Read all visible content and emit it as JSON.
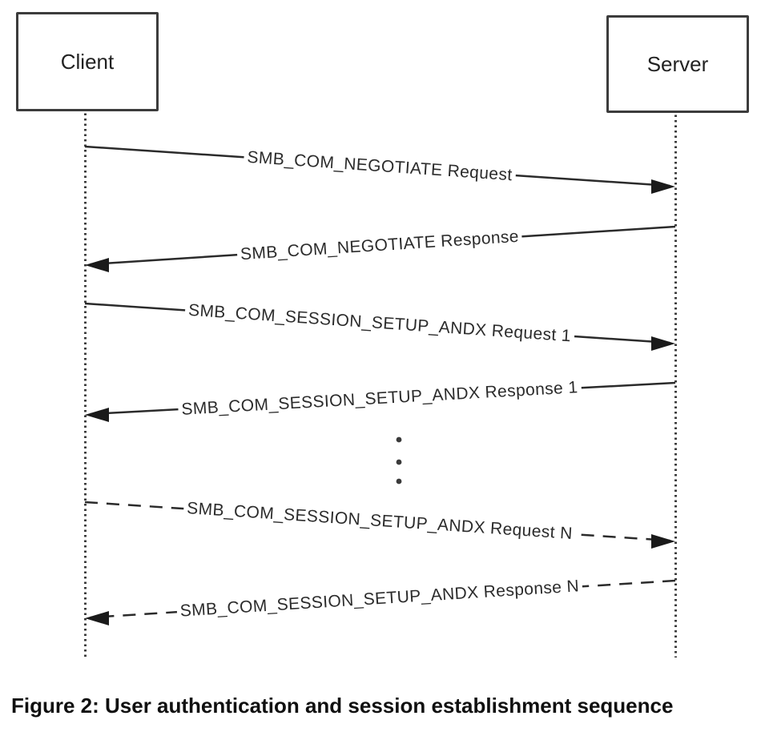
{
  "diagram": {
    "actors": [
      {
        "name": "Client"
      },
      {
        "name": "Server"
      }
    ],
    "messages": [
      {
        "label": "SMB_COM_NEGOTIATE Request",
        "from": "Client",
        "to": "Server",
        "line": "solid",
        "direction": "right"
      },
      {
        "label": "SMB_COM_NEGOTIATE Response",
        "from": "Server",
        "to": "Client",
        "line": "solid",
        "direction": "left"
      },
      {
        "label": "SMB_COM_SESSION_SETUP_ANDX Request 1",
        "from": "Client",
        "to": "Server",
        "line": "solid",
        "direction": "right"
      },
      {
        "label": "SMB_COM_SESSION_SETUP_ANDX Response 1",
        "from": "Server",
        "to": "Client",
        "line": "solid",
        "direction": "left"
      },
      {
        "label": "SMB_COM_SESSION_SETUP_ANDX Request N",
        "from": "Client",
        "to": "Server",
        "line": "dashed",
        "direction": "right"
      },
      {
        "label": "SMB_COM_SESSION_SETUP_ANDX Response N",
        "from": "Server",
        "to": "Client",
        "line": "dashed",
        "direction": "left"
      }
    ],
    "caption": "Figure 2: User authentication and session establishment sequence",
    "colors": {
      "ink": "#2b2b2b",
      "background": "#ffffff"
    }
  }
}
